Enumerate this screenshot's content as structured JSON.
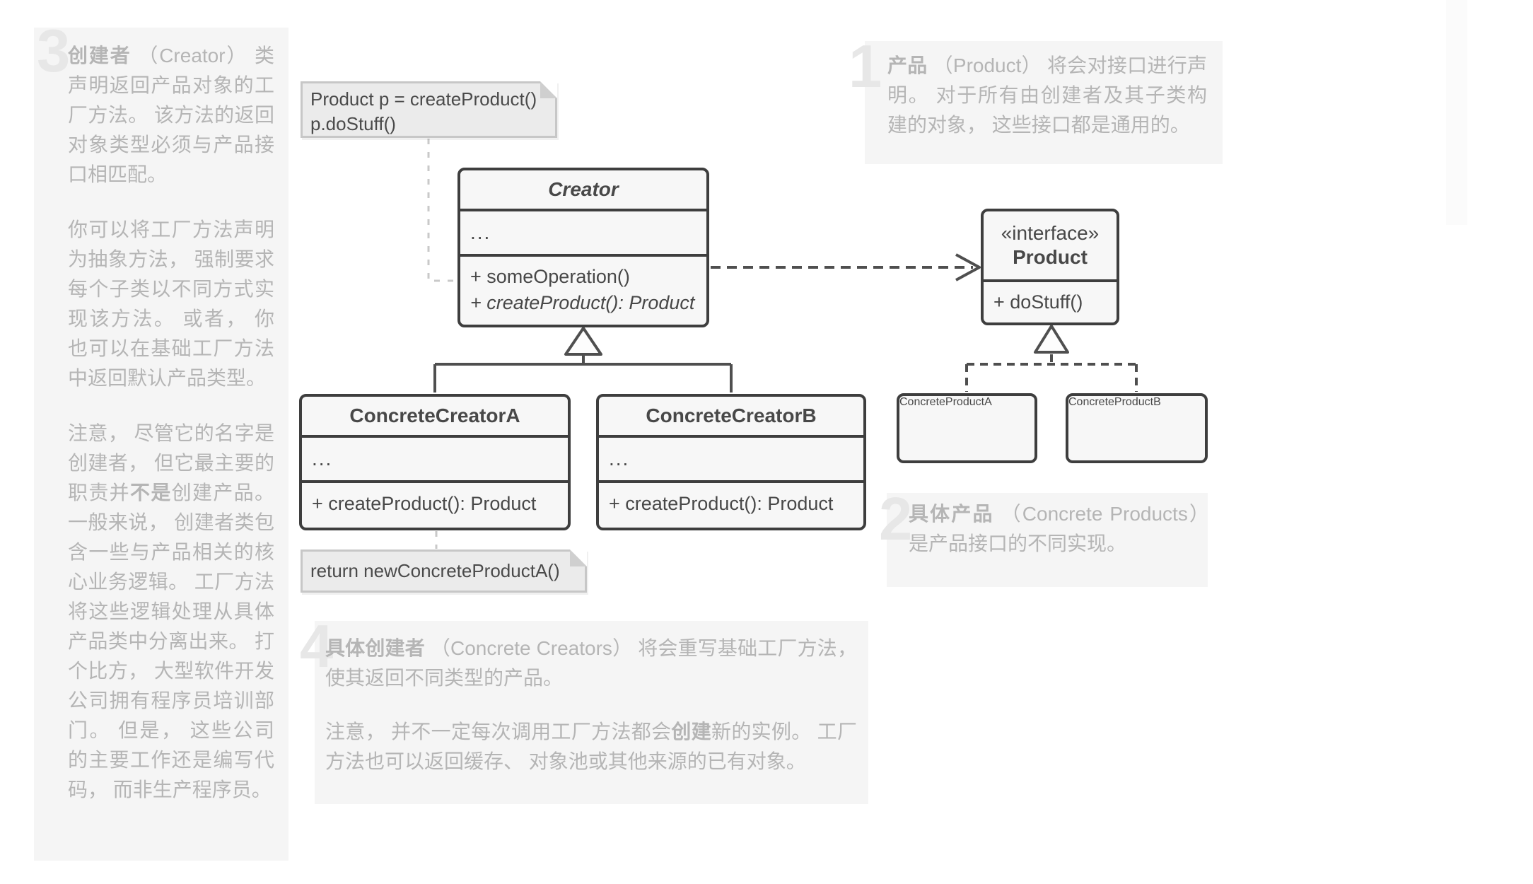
{
  "diagram_title": "Factory Method pattern structure",
  "colors": {
    "background": "#ffffff",
    "panel_bg": "#f5f5f5",
    "annotation_text": "#b5b5b5",
    "watermark_digit": "#e7e7e7",
    "uml_border": "#3e3e3e",
    "uml_fill": "#f7f7f7",
    "uml_text": "#484848",
    "note_bg": "#ebebeb",
    "note_border": "#c7c7c7",
    "connector_dark": "#4f4f4f",
    "connector_light": "#c9c9c9"
  },
  "annotations": {
    "section3": {
      "number": "3",
      "paragraphs": [
        [
          {
            "text": "创建者",
            "bold": true
          },
          {
            "text": " （Creator） 类声明返回产品对象的工厂方法。 该方法的返回对象类型必须与产品接口相匹配。"
          }
        ],
        [
          {
            "text": "你可以将工厂方法声明为抽象方法， 强制要求每个子类以不同方式实现该方法。 或者， 你也可以在基础工厂方法中返回默认产品类型。"
          }
        ],
        [
          {
            "text": "注意， 尽管它的名字是创建者， 但它最主要的职责并"
          },
          {
            "text": "不是",
            "bold": true
          },
          {
            "text": "创建产品。 一般来说， 创建者类包含一些与产品相关的核心业务逻辑。 工厂方法将这些逻辑处理从具体产品类中分离出来。 打个比方， 大型软件开发公司拥有程序员培训部门。 但是， 这些公司的主要工作还是编写代码， 而非生产程序员。"
          }
        ]
      ]
    },
    "section1": {
      "number": "1",
      "paragraphs": [
        [
          {
            "text": "产品",
            "bold": true
          },
          {
            "text": " （Product） 将会对接口进行声明。 对于所有由创建者及其子类构建的对象， 这些接口都是通用的。"
          }
        ]
      ]
    },
    "section2": {
      "number": "2",
      "paragraphs": [
        [
          {
            "text": "具体产品",
            "bold": true
          },
          {
            "text": " （Concrete Products） 是产品接口的不同实现。"
          }
        ]
      ]
    },
    "section4": {
      "number": "4",
      "paragraphs": [
        [
          {
            "text": "具体创建者",
            "bold": true
          },
          {
            "text": " （Concrete Creators） 将会重写基础工厂方法， 使其返回不同类型的产品。"
          }
        ],
        [
          {
            "text": "注意， 并不一定每次调用工厂方法都会"
          },
          {
            "text": "创建",
            "bold": true
          },
          {
            "text": "新的实例。 工厂方法也可以返回缓存、 对象池或其他来源的已有对象。"
          }
        ]
      ]
    }
  },
  "notes": {
    "client_code": {
      "line1": "Product p = createProduct()",
      "line2": "p.doStuff()"
    },
    "return_note": {
      "runs": [
        {
          "text": "return new ",
          "bold": true
        },
        {
          "text": "ConcreteProductA()"
        }
      ]
    }
  },
  "classes": {
    "creator": {
      "title": "Creator",
      "fields": "...",
      "methods": [
        {
          "text": "+ someOperation()"
        },
        {
          "text": "+ createProduct(): Product",
          "italic": true
        }
      ]
    },
    "concrete_creator_a": {
      "title": "ConcreteCreatorA",
      "fields": "...",
      "methods": [
        {
          "text": "+ createProduct(): Product"
        }
      ]
    },
    "concrete_creator_b": {
      "title": "ConcreteCreatorB",
      "fields": "...",
      "methods": [
        {
          "text": "+ createProduct(): Product"
        }
      ]
    },
    "product": {
      "stereotype": "«interface»",
      "title": "Product",
      "methods": [
        {
          "text": "+ doStuff()"
        }
      ]
    },
    "concrete_product_a": {
      "line1": "Concrete",
      "line2": "ProductA"
    },
    "concrete_product_b": {
      "line1": "Concrete",
      "line2": "ProductB"
    }
  }
}
